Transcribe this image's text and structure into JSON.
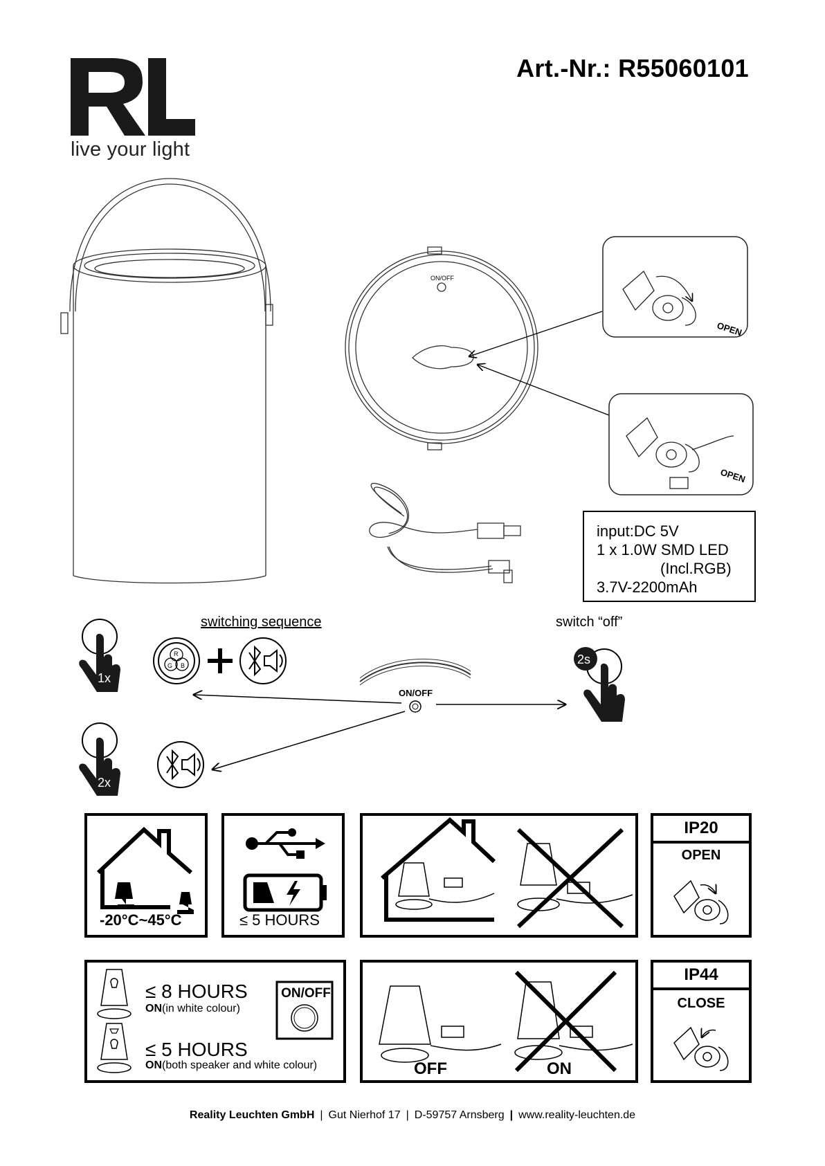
{
  "brand": {
    "logo_text": "RL",
    "tagline": "live your light"
  },
  "article_number": "Art.-Nr.: R55060101",
  "specs": {
    "input": "input:DC 5V",
    "led": "1 x 1.0W SMD LED",
    "rgb": "(Incl.RGB)",
    "battery": "3.7V-2200mAh"
  },
  "labels": {
    "onoff_small": "ON/OFF",
    "open": "OPEN",
    "switching_sequence": "switching sequence",
    "switch_off": "switch “off”",
    "press_once": "1x",
    "press_twice": "2x",
    "hold": "2s",
    "onoff_button": "ON/OFF",
    "rgb_r": "R",
    "rgb_g": "G",
    "rgb_b": "B"
  },
  "panels": {
    "temperature": "-20°C~45°C",
    "charge_time": "≤ 5 HOURS",
    "ip20": "IP20",
    "ip20_state": "OPEN",
    "white_hours": "≤ 8 HOURS",
    "white_mode_prefix": "ON",
    "white_mode": "(in white colour)",
    "both_hours": "≤ 5 HOURS",
    "both_mode_prefix": "ON",
    "both_mode": "(both speaker and white colour)",
    "onoff_box": "ON/OFF",
    "charge_off": "OFF",
    "charge_on": "ON",
    "ip44": "IP44",
    "ip44_state": "CLOSE"
  },
  "footer": {
    "company": "Reality Leuchten GmbH",
    "street": "Gut Nierhof 17",
    "city": "D-59757 Arnsberg",
    "website": "www.reality-leuchten.de"
  }
}
